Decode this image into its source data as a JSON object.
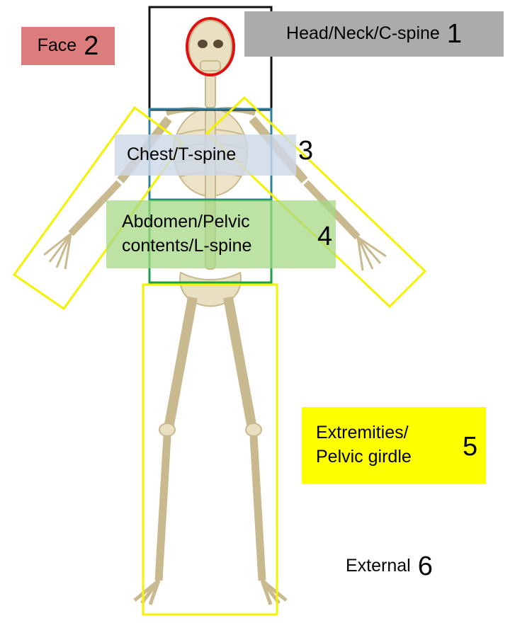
{
  "regions": [
    {
      "label": "Head/Neck/C-spine",
      "number": "1"
    },
    {
      "label": "Face",
      "number": "2"
    },
    {
      "label": "Chest/T-spine",
      "number": "3"
    },
    {
      "label_line1": "Abdomen/Pelvic",
      "label_line2": "contents/L-spine",
      "number": "4"
    },
    {
      "label_line1": "Extremities/",
      "label_line2": "Pelvic girdle",
      "number": "5"
    },
    {
      "label": "External",
      "number": "6"
    }
  ],
  "colors": {
    "head_box": "#111111",
    "face_circle": "#e01010",
    "chest_box": "#2e7fa0",
    "abdomen_box": "#1aa14a",
    "extremity_boxes": "#f5f200",
    "bone": "#e9dfc1",
    "bone_shade": "#c9b98f"
  }
}
